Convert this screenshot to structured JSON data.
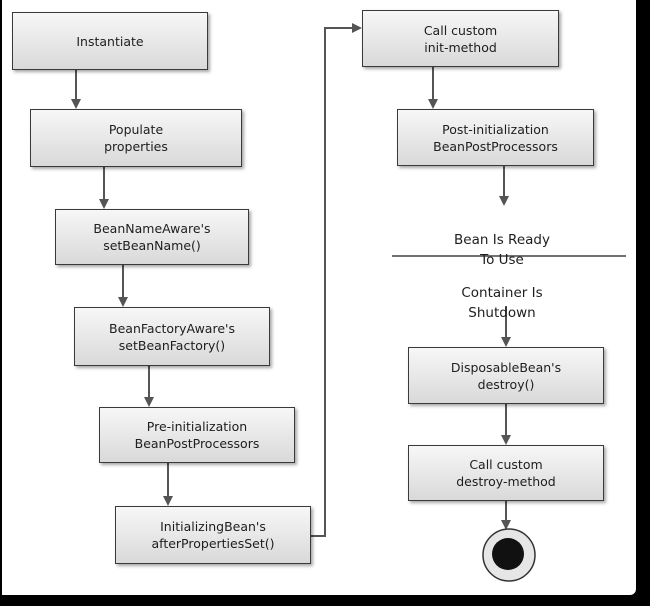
{
  "diagram": {
    "steps": {
      "instantiate": "Instantiate",
      "populate": "Populate\nproperties",
      "bean_name_aware": "BeanNameAware's\nsetBeanName()",
      "bean_factory_aware": "BeanFactoryAware's\nsetBeanFactory()",
      "pre_init": "Pre-initialization\nBeanPostProcessors",
      "initializing_bean": "InitializingBean's\nafterPropertiesSet()",
      "custom_init": "Call custom\ninit-method",
      "post_init": "Post-initialization\nBeanPostProcessors",
      "disposable_bean": "DisposableBean's\ndestroy()",
      "custom_destroy": "Call custom\ndestroy-method"
    },
    "notes": {
      "ready": "Bean Is Ready\nTo Use",
      "shutdown": "Container Is\nShutdown"
    }
  }
}
